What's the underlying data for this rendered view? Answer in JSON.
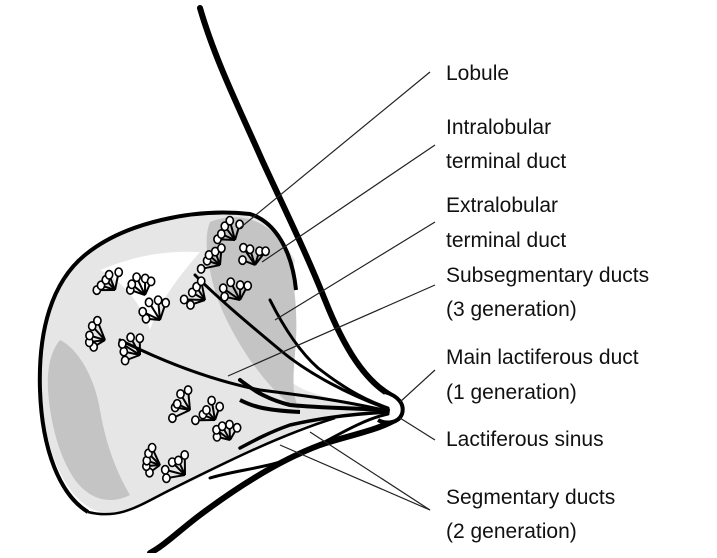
{
  "labels": {
    "lobule": "Lobule",
    "intralobular_1": "Intralobular",
    "intralobular_2": "terminal duct",
    "extralobular_1": "Extralobular",
    "extralobular_2": "terminal duct",
    "subsegmentary_1": "Subsegmentary ducts",
    "subsegmentary_2": "(3 generation)",
    "main_1": "Main lactiferous duct",
    "main_2": "(1 generation)",
    "sinus": "Lactiferous sinus",
    "segmentary_1": "Segmentary ducts",
    "segmentary_2": "(2 generation)"
  },
  "colors": {
    "outline": "#000000",
    "shade_light": "#e6e6e6",
    "shade_dark": "#c4c4c4",
    "leader": "#222222"
  }
}
